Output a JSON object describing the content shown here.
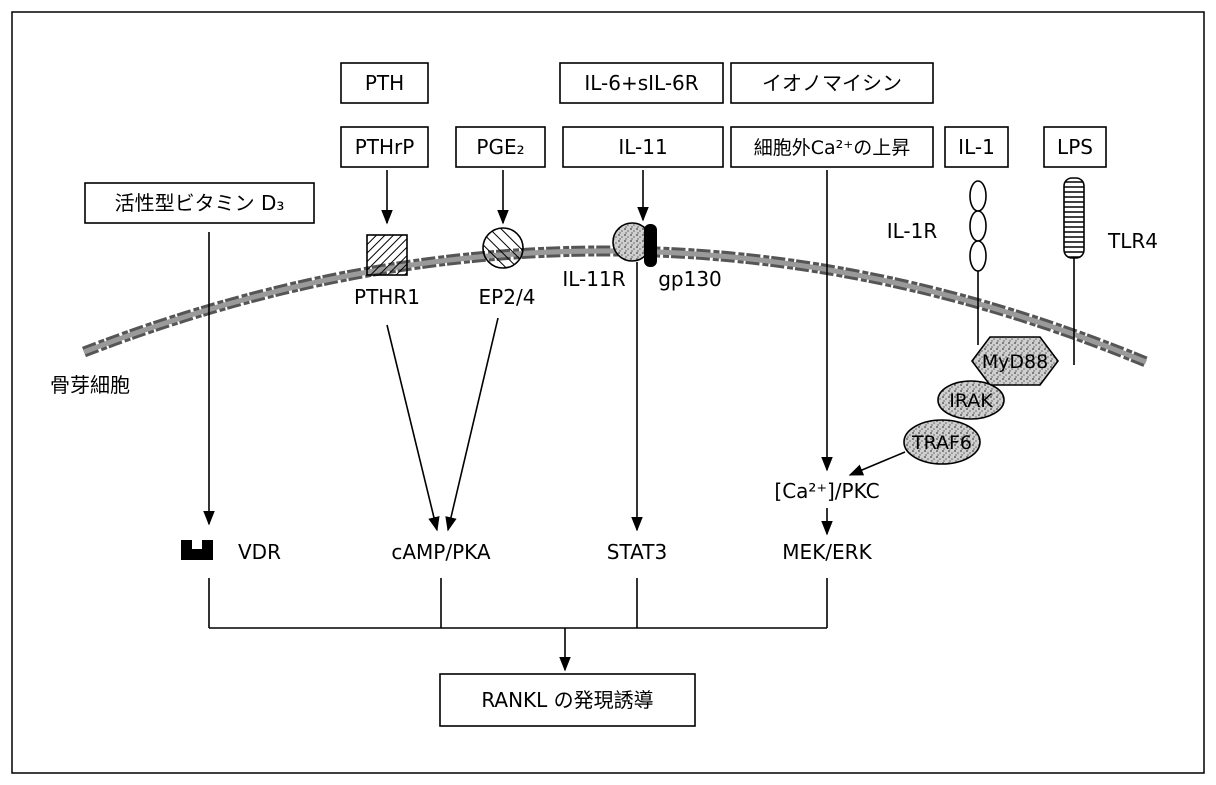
{
  "inputs": {
    "pth": "PTH",
    "pthrp": "PTHrP",
    "pge2": "PGE₂",
    "il6": "IL-6+sIL-6R",
    "il11": "IL-11",
    "ionomycin": "イオノマイシン",
    "ca_rise": "細胞外Ca²⁺の上昇",
    "il1": "IL-1",
    "lps": "LPS",
    "vitd3": "活性型ビタミン D₃"
  },
  "receptors": {
    "pthr1": "PTHR1",
    "ep24": "EP2/4",
    "il11r": "IL-11R",
    "gp130": "gp130",
    "il1r": "IL-1R",
    "tlr4": "TLR4"
  },
  "cell": {
    "label": "骨芽細胞"
  },
  "adapters": {
    "myd88": "MyD88",
    "irak": "IRAK",
    "traf6": "TRAF6"
  },
  "signals": {
    "vdr": "VDR",
    "camp": "cAMP/PKA",
    "stat3": "STAT3",
    "ca_pkc": "[Ca²⁺]/PKC",
    "mek": "MEK/ERK"
  },
  "output": {
    "rankl": "RANKL の発現誘導"
  }
}
